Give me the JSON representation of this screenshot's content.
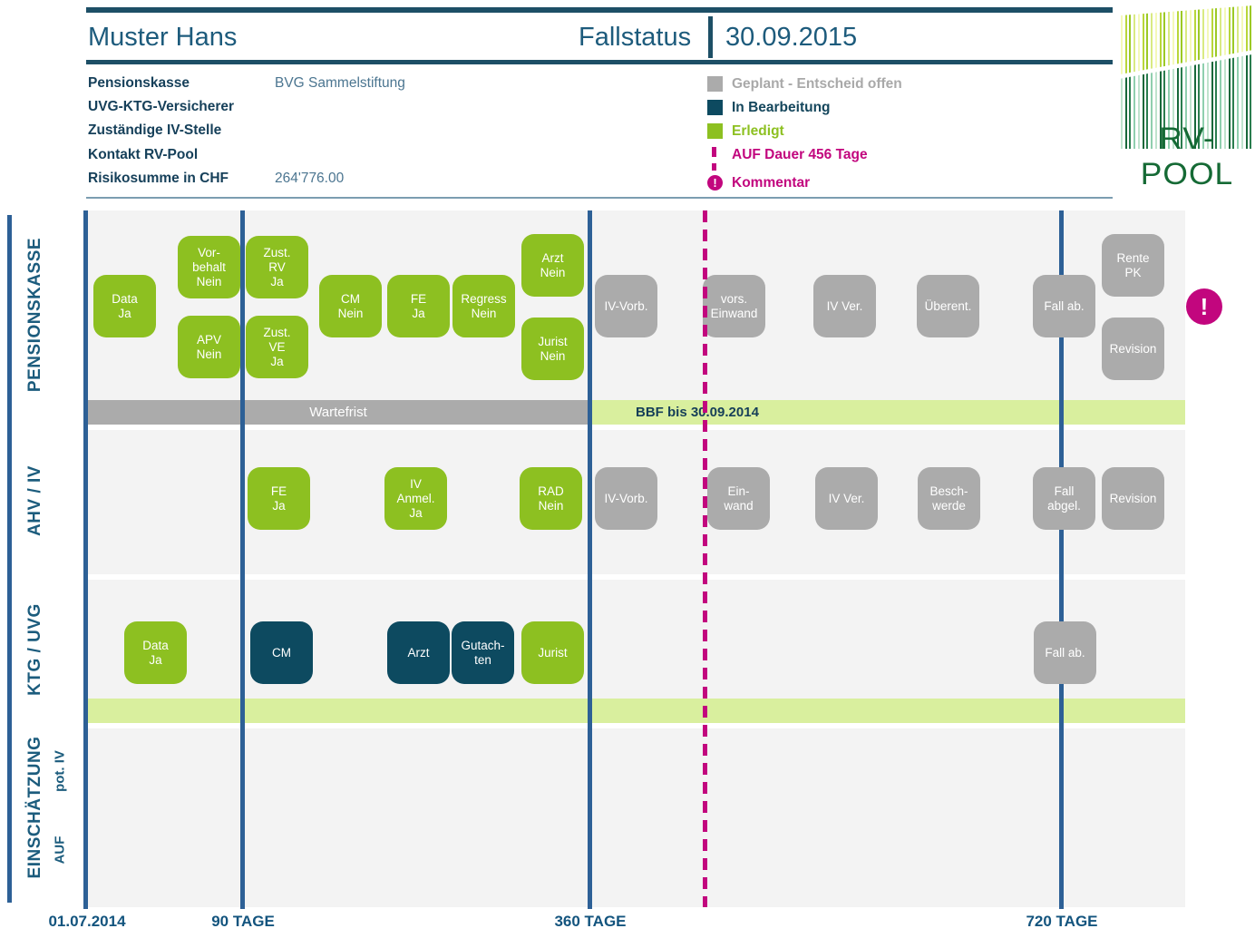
{
  "header": {
    "name": "Muster Hans",
    "status_label": "Fallstatus",
    "date": "30.09.2015"
  },
  "info": {
    "rows": [
      {
        "label": "Pensionskasse",
        "value": "BVG Sammelstiftung"
      },
      {
        "label": "UVG-KTG-Versicherer",
        "value": ""
      },
      {
        "label": "Zuständige IV-Stelle",
        "value": ""
      },
      {
        "label": "Kontakt RV-Pool",
        "value": ""
      },
      {
        "label": "Risikosumme in CHF",
        "value": "264'776.00"
      }
    ]
  },
  "legend": {
    "items": [
      {
        "label": "Geplant - Entscheid offen",
        "color": "#ababab"
      },
      {
        "label": "In Bearbeitung",
        "color": "#0d4a60"
      },
      {
        "label": "Erledigt",
        "color": "#8dc021"
      },
      {
        "label": "AUF Dauer 456 Tage",
        "color": "#c2067e"
      },
      {
        "label": "Kommentar",
        "color": "#c2067e"
      }
    ]
  },
  "logo": {
    "text": "RV-POOL"
  },
  "chart": {
    "section_labels": {
      "pensionskasse": "PENSIONSKASSE",
      "ahv_iv": "AHV / IV",
      "ktg_uvg": "KTG / UVG",
      "einschaetzung": "EINSCHÄTZUNG",
      "pot_iv": "pot. IV",
      "auf": "AUF"
    },
    "axis_labels": [
      "01.07.2014",
      "90 TAGE",
      "360 TAGE",
      "720 TAGE"
    ],
    "bars": {
      "wartefrist": "Wartefrist",
      "bbf": "BBF bis 30.09.2014"
    },
    "comment_marker": "!",
    "rows": {
      "pensionskasse": [
        {
          "label": "Data\nJa",
          "status": "erledigt"
        },
        {
          "label": "Vor-\nbehalt\nNein",
          "status": "erledigt"
        },
        {
          "label": "APV\nNein",
          "status": "erledigt"
        },
        {
          "label": "Zust.\nRV\nJa",
          "status": "erledigt"
        },
        {
          "label": "Zust.\nVE\nJa",
          "status": "erledigt"
        },
        {
          "label": "CM\nNein",
          "status": "erledigt"
        },
        {
          "label": "FE\nJa",
          "status": "erledigt"
        },
        {
          "label": "Regress\nNein",
          "status": "erledigt"
        },
        {
          "label": "Arzt\nNein",
          "status": "erledigt"
        },
        {
          "label": "Jurist\nNein",
          "status": "erledigt"
        },
        {
          "label": "IV-Vorb.",
          "status": "geplant"
        },
        {
          "label": "vors.\nEinwand",
          "status": "geplant"
        },
        {
          "label": "IV Ver.",
          "status": "geplant"
        },
        {
          "label": "Überent.",
          "status": "geplant"
        },
        {
          "label": "Fall ab.",
          "status": "geplant"
        },
        {
          "label": "Rente\nPK",
          "status": "geplant"
        },
        {
          "label": "Revision",
          "status": "geplant"
        }
      ],
      "ahv_iv": [
        {
          "label": "FE\nJa",
          "status": "erledigt"
        },
        {
          "label": "IV\nAnmel.\nJa",
          "status": "erledigt"
        },
        {
          "label": "RAD\nNein",
          "status": "erledigt"
        },
        {
          "label": "IV-Vorb.",
          "status": "geplant"
        },
        {
          "label": "Ein-\nwand",
          "status": "geplant"
        },
        {
          "label": "IV Ver.",
          "status": "geplant"
        },
        {
          "label": "Besch-\nwerde",
          "status": "geplant"
        },
        {
          "label": "Fall\nabgel.",
          "status": "geplant"
        },
        {
          "label": "Revision",
          "status": "geplant"
        }
      ],
      "ktg_uvg": [
        {
          "label": "Data\nJa",
          "status": "erledigt"
        },
        {
          "label": "CM",
          "status": "in_bearbeitung"
        },
        {
          "label": "Arzt",
          "status": "in_bearbeitung"
        },
        {
          "label": "Gutach-\nten",
          "status": "in_bearbeitung"
        },
        {
          "label": "Jurist",
          "status": "erledigt"
        },
        {
          "label": "Fall ab.",
          "status": "geplant"
        }
      ]
    }
  }
}
